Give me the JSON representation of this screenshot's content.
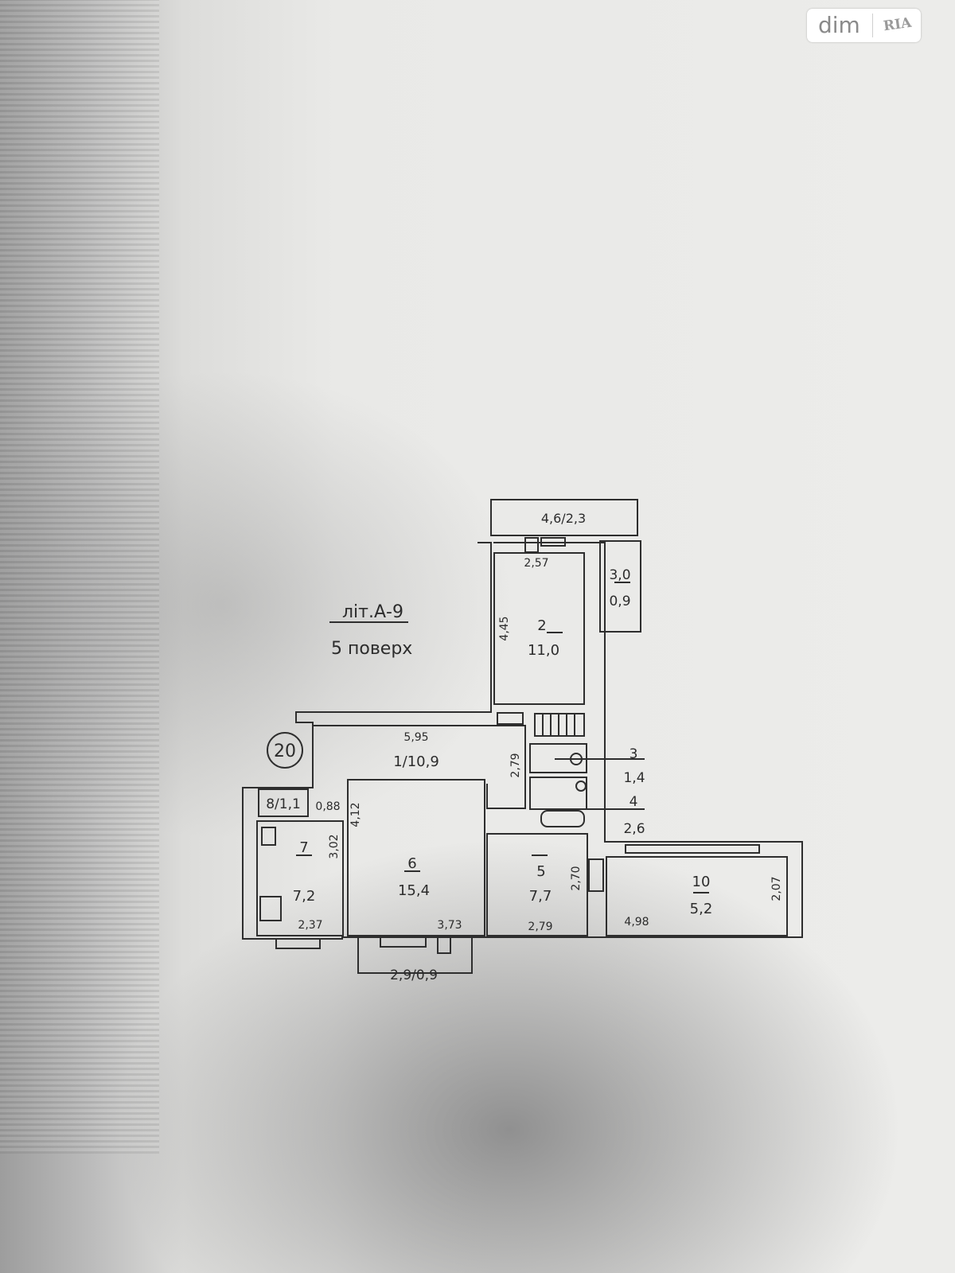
{
  "watermark": {
    "brand": "dim",
    "mark": "RIA"
  },
  "plan": {
    "title": "літ.А-9",
    "floor": "5 поверх",
    "apartment_number": "20",
    "rooms": [
      {
        "id": "1",
        "label": "1/10,9",
        "dims": [
          "5,95",
          "2,79"
        ]
      },
      {
        "id": "2",
        "label": "2",
        "area": "11,0",
        "dims": [
          "2,57",
          "4,45"
        ]
      },
      {
        "id": "3",
        "label": "3",
        "area": "1,4"
      },
      {
        "id": "4",
        "label": "4",
        "area": "2,6"
      },
      {
        "id": "5",
        "label": "5",
        "area": "7,7",
        "dims": [
          "2,70",
          "2,79"
        ]
      },
      {
        "id": "6",
        "label": "6",
        "area": "15,4",
        "dims": [
          "4,12",
          "3,73"
        ]
      },
      {
        "id": "7",
        "label": "7",
        "area": "7,2",
        "dims": [
          "3,02",
          "2,37"
        ]
      },
      {
        "id": "8",
        "label": "8/1,1",
        "dims": [
          "0,88"
        ]
      },
      {
        "id": "10",
        "label": "10",
        "area": "5,2",
        "dims": [
          "4,98",
          "2,07"
        ]
      }
    ],
    "balconies": [
      {
        "label": "4,6/2,3"
      },
      {
        "label": "3,0",
        "sub": "0,9"
      },
      {
        "label": "2,9/0,9"
      }
    ]
  }
}
